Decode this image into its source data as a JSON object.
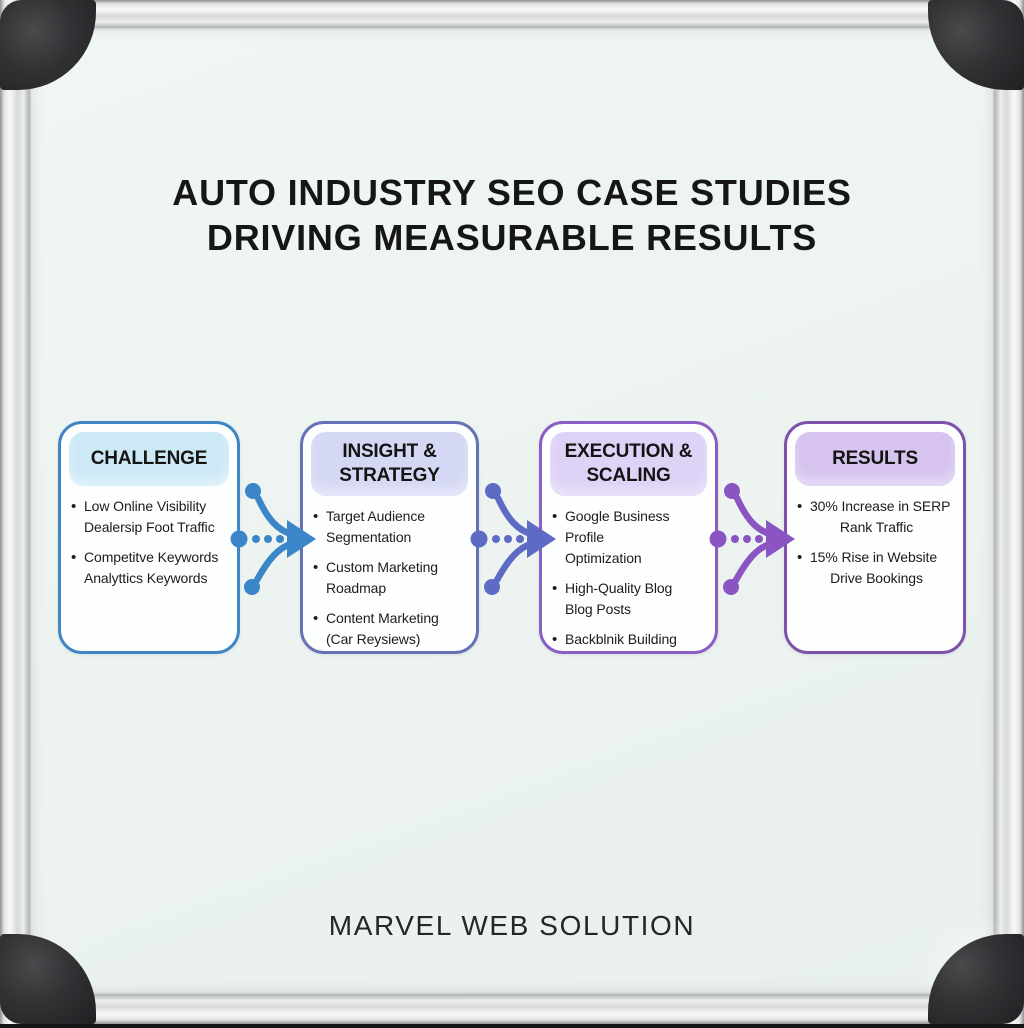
{
  "title": {
    "line1": "AUTO INDUSTRY SEO CASE STUDIES",
    "line2": "DRIVING MEASURABLE RESULTS"
  },
  "brand": {
    "name": "MARVEL WEB SOLUTION"
  },
  "colors": {
    "board_bg": "#edf4f0",
    "title_text": "#161616",
    "bullet_text": "#1c1c1c",
    "frame_silver": "#d9dadc",
    "corner_cap": "#2b2b2e"
  },
  "steps": [
    {
      "header": [
        "CHALLENGE"
      ],
      "border_color": "#4186c4",
      "header_bg": "#cde9f6",
      "bullets": [
        {
          "l1": "Low Online Visibility",
          "l2": "Dealersip Foot Traffic"
        },
        {
          "l1": "Competitve Keywords",
          "l2": "Analyttics Keywords"
        }
      ]
    },
    {
      "header": [
        "INSIGHT &",
        "STRATEGY"
      ],
      "border_color": "#6672b6",
      "header_bg": "#d5d8f4",
      "bullets": [
        {
          "l1": "Target Audience",
          "l2": "Segmentation"
        },
        {
          "l1": "Custom Marketing",
          "l2": "Roadmap"
        },
        {
          "l1": "Content Marketing",
          "l2": "(Car Reysiews)"
        }
      ]
    },
    {
      "header": [
        "EXECUTION &",
        "SCALING"
      ],
      "border_color": "#8a5ec4",
      "header_bg": "#ded2f6",
      "bullets": [
        {
          "l1": "Google Business Profile",
          "l2": "Optimization"
        },
        {
          "l1": "High-Quality Blog",
          "l2": "Blog Posts"
        },
        {
          "l1": "Backblnik Building"
        }
      ]
    },
    {
      "header": [
        "RESULTS"
      ],
      "border_color": "#7e52aa",
      "header_bg": "#d6c3ee",
      "bullets": [
        {
          "l1": "30% Increase in SERP",
          "l2": "Rank Traffic"
        },
        {
          "l1": "15% Rise in Website",
          "l2": "Drive Bookings"
        }
      ]
    }
  ],
  "arrows": [
    {
      "color": "#3a86c8"
    },
    {
      "color": "#5d6bc4"
    },
    {
      "color": "#8a55c2"
    }
  ]
}
